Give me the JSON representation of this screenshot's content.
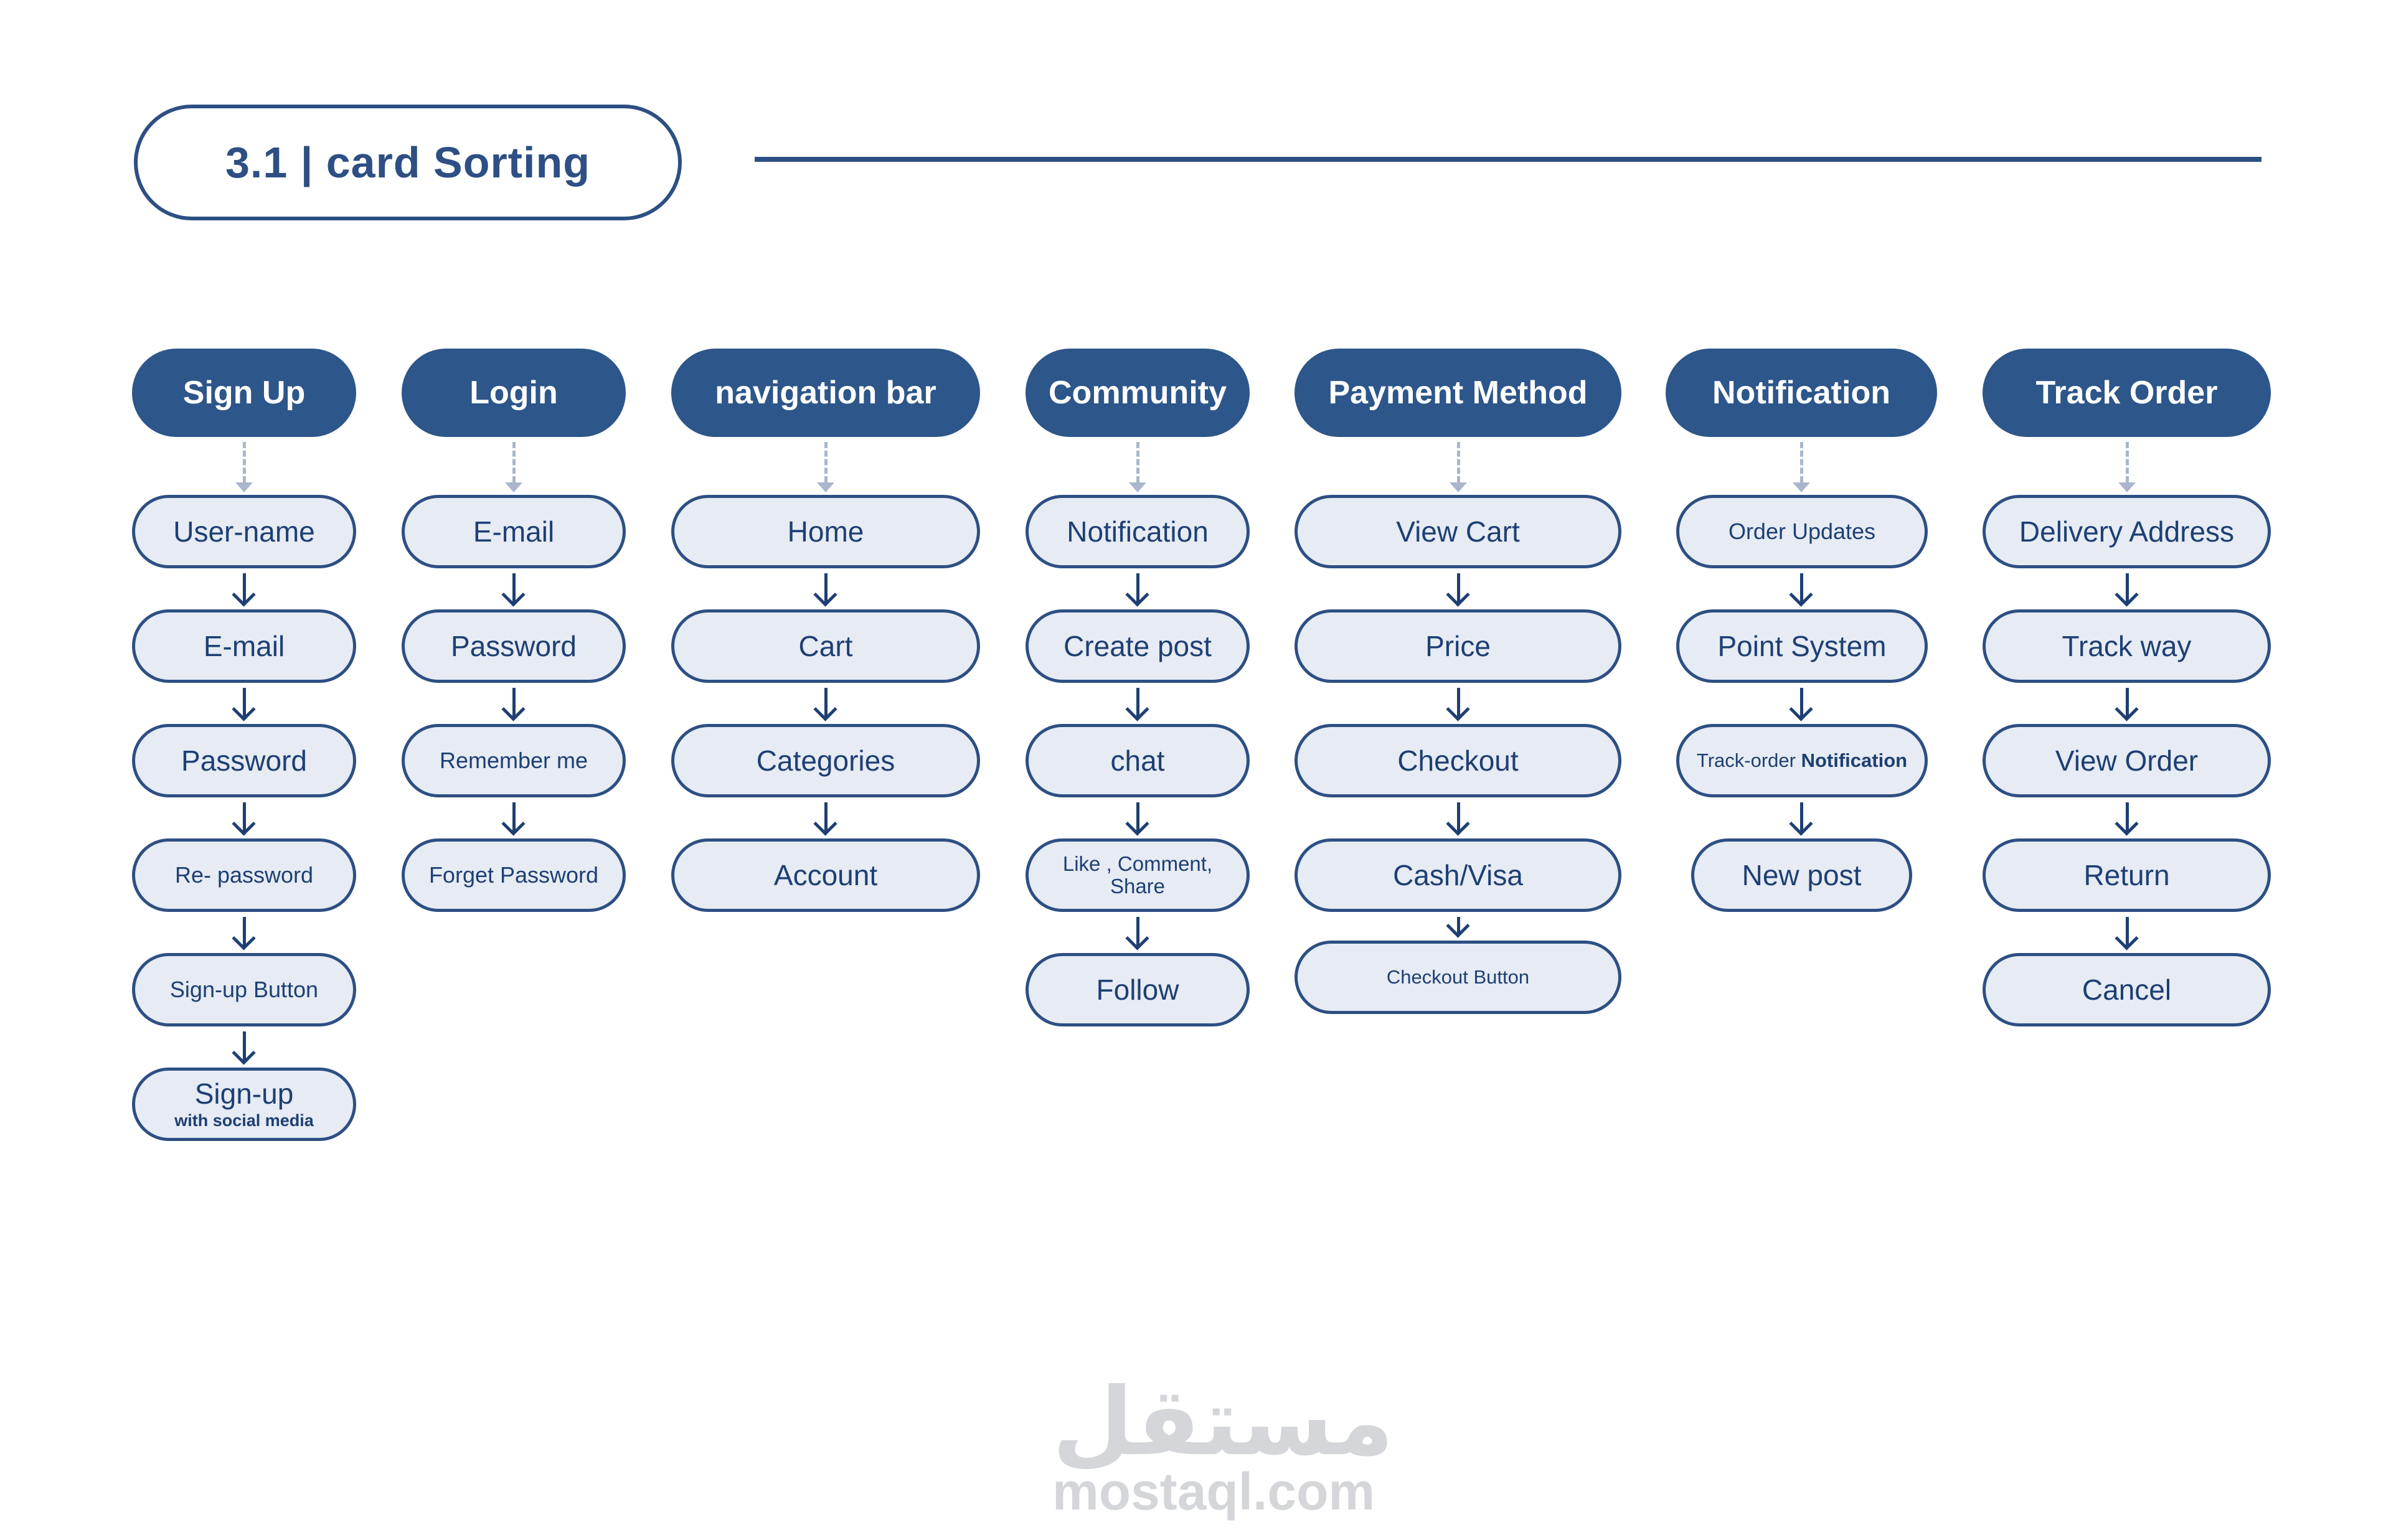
{
  "title": "3.1 | card Sorting",
  "columns": [
    {
      "header": "Sign Up",
      "cards": [
        {
          "text": "User-name"
        },
        {
          "text": "E-mail"
        },
        {
          "text": "Password"
        },
        {
          "text": "Re- password"
        },
        {
          "text": "Sign-up Button"
        },
        {
          "text": "Sign-up",
          "sub": "with social media"
        }
      ]
    },
    {
      "header": "Login",
      "cards": [
        {
          "text": "E-mail"
        },
        {
          "text": "Password"
        },
        {
          "text": "Remember me"
        },
        {
          "text": "Forget Password"
        }
      ]
    },
    {
      "header": "navigation bar",
      "cards": [
        {
          "text": "Home"
        },
        {
          "text": "Cart"
        },
        {
          "text": "Categories"
        },
        {
          "text": "Account"
        }
      ]
    },
    {
      "header": "Community",
      "cards": [
        {
          "text": "Notification"
        },
        {
          "text": "Create post"
        },
        {
          "text": "chat"
        },
        {
          "text": "Like , Comment, Share"
        },
        {
          "text": "Follow"
        }
      ]
    },
    {
      "header": "Payment Method",
      "cards": [
        {
          "text": "View Cart"
        },
        {
          "text": "Price"
        },
        {
          "text": "Checkout"
        },
        {
          "text": "Cash/Visa"
        },
        {
          "text": "Checkout Button"
        }
      ]
    },
    {
      "header": "Notification",
      "cards": [
        {
          "text": "Order Updates"
        },
        {
          "text": "Point System"
        },
        {
          "text": "Track-order",
          "bold": "Notification"
        },
        {
          "text": "New post"
        }
      ]
    },
    {
      "header": "Track Order",
      "cards": [
        {
          "text": "Delivery Address"
        },
        {
          "text": "Track way"
        },
        {
          "text": "View Order"
        },
        {
          "text": "Return"
        },
        {
          "text": "Cancel"
        }
      ]
    }
  ],
  "watermark": {
    "arabic": "مستقل",
    "latin": "mostaql.com"
  }
}
